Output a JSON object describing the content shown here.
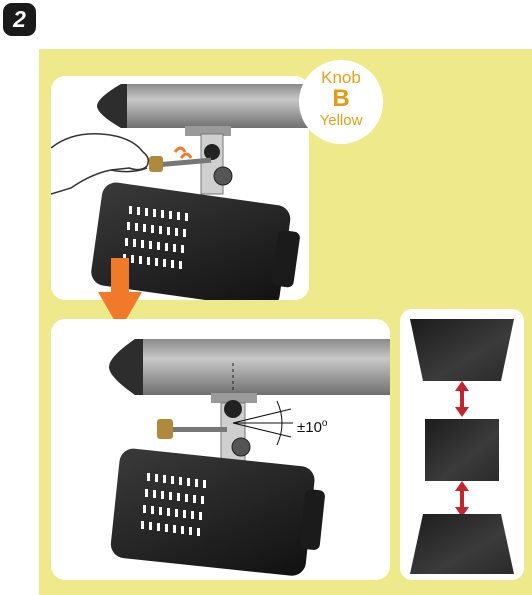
{
  "step": {
    "number": "2"
  },
  "knob": {
    "line1": "Knob",
    "letter": "B",
    "color_name": "Yellow",
    "color_hex": "#e0a21e"
  },
  "tilt": {
    "label": "±10",
    "unit": "o"
  },
  "colors": {
    "panel": "#eee98a",
    "arrow": "#f07a2a",
    "double_arrow": "#c0262d"
  }
}
